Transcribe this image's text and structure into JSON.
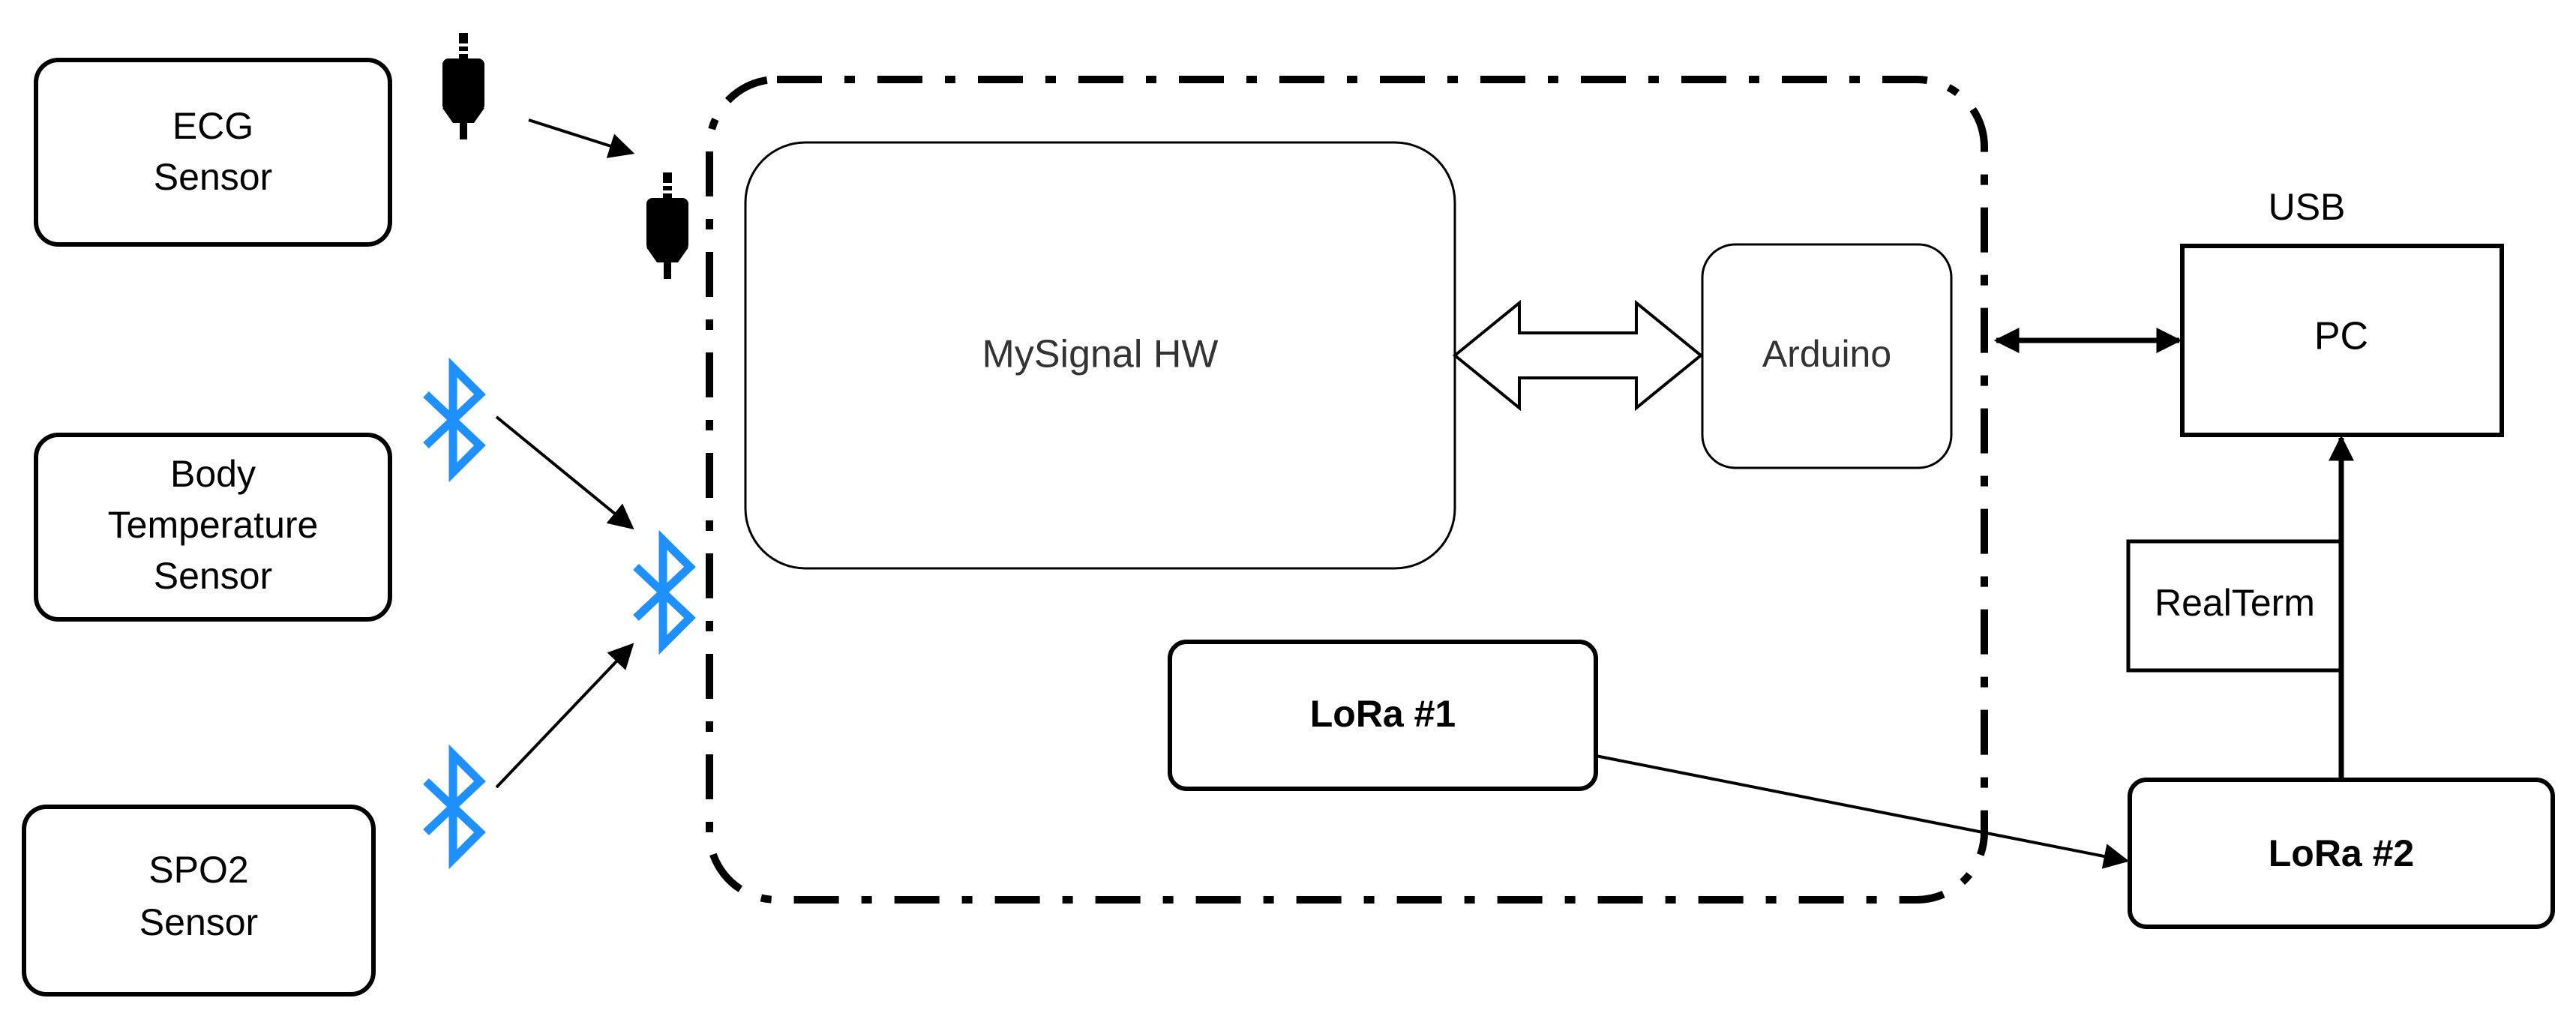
{
  "sensors": {
    "ecg": [
      "ECG",
      "Sensor"
    ],
    "body_temp": [
      "Body",
      "Temperature",
      "Sensor"
    ],
    "spo2": [
      "SPO2",
      "Sensor"
    ]
  },
  "main": {
    "mysignal": "MySignal HW",
    "arduino": "Arduino",
    "lora1": "LoRa #1"
  },
  "right": {
    "usb": "USB",
    "pc": "PC",
    "realterm": "RealTerm",
    "lora2": "LoRa #2"
  },
  "icons": {
    "bluetooth_color": "#1e90ff",
    "jack": "audio-jack-icon",
    "bt": "bluetooth-icon"
  }
}
